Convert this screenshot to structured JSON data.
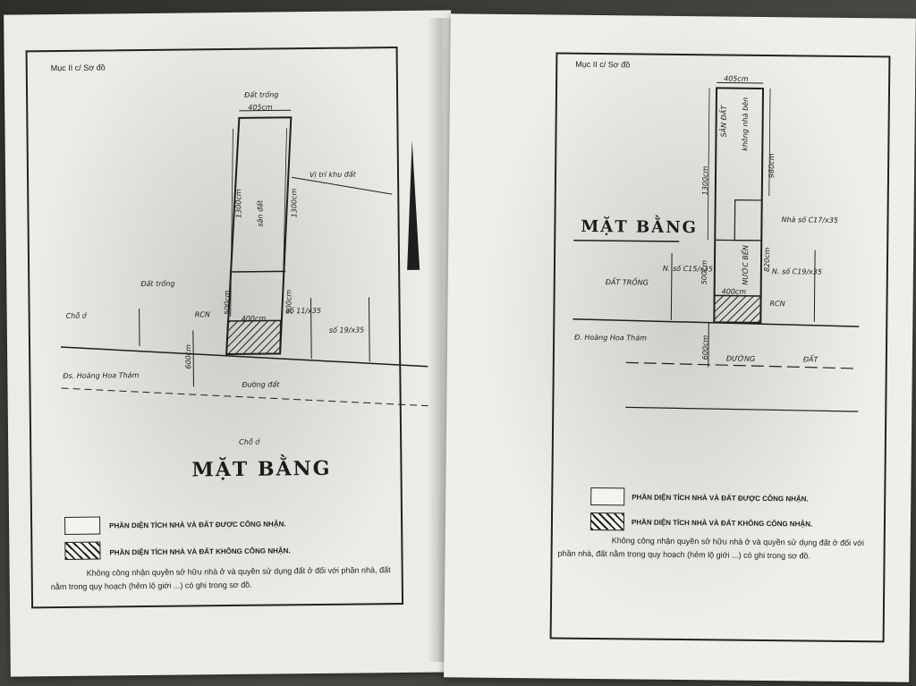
{
  "left_page": {
    "header": "Mục II c/ Sơ đồ",
    "title": "MẶT BẰNG",
    "labels": {
      "dat_trong_top": "Đất trống",
      "top_width": "405cm",
      "vi_tri_khu_dat": "Vị trí khu đất",
      "dat_trong_left": "Đất trống",
      "cho_o": "Chỗ ở",
      "rcn": "RCN",
      "bottom_width": "400cm",
      "dim_left_upper": "1300cm",
      "dim_left_lower": "500cm",
      "dim_right_upper": "1300cm",
      "dim_right_lower": "500cm",
      "san_dat": "sân đất",
      "setback": "600cm",
      "road_name": "Đs. Hoàng Hoa Thám",
      "duong_dat": "Đường đất",
      "so_11": "số 11/x35",
      "so_19": "số 19/x35",
      "cho_o_bottom": "Chỗ ở"
    },
    "legend": [
      {
        "text": "PHẦN DIỆN TÍCH NHÀ VÀ ĐẤT ĐƯỢC CÔNG NHẬN.",
        "style": "plain"
      },
      {
        "text": "PHẦN DIỆN TÍCH NHÀ VÀ ĐẤT KHÔNG CÔNG NHẬN.",
        "style": "hatched"
      }
    ],
    "note": "Không công nhận quyền sở hữu nhà ở và quyền sử dụng đất ở đối với phần nhà, đất nằm trong quy hoạch (hẻm lộ giới ...) có ghi trong sơ đồ."
  },
  "right_page": {
    "header": "Mục II c/ Sơ đồ",
    "title": "MẶT BẰNG",
    "labels": {
      "top_width": "405cm",
      "san_dat": "SÂN ĐẤT",
      "khong_nha_ben": "không nhà bên",
      "dim_upper": "1300cm",
      "dim_right": "980cm",
      "dim_mid": "820cm",
      "nha_so_c17": "Nhà số C17/x35",
      "nha_so_c15": "N. số C15/x35",
      "nha_so_c19": "N. số C19/x35",
      "dat_trong": "ĐẤT TRỐNG",
      "dim_lower": "500cm",
      "bottom_width": "400cm",
      "rcn": "RCN",
      "setback": "600cm",
      "road_name": "Đ. Hoàng Hoa Thám",
      "duong": "ĐƯỜNG",
      "dat": "ĐẤT",
      "nuoc_ben": "NƯỚC BẾN"
    },
    "legend": [
      {
        "text": "PHẦN DIỆN TÍCH NHÀ VÀ ĐẤT ĐƯỢC CÔNG NHẬN.",
        "style": "plain"
      },
      {
        "text": "PHẦN DIỆN TÍCH NHÀ VÀ ĐẤT KHÔNG CÔNG NHẬN.",
        "style": "hatched"
      }
    ],
    "note": "Không công nhận quyền sở hữu nhà ở và quyền sử dụng đất ở đối với phần nhà, đất nằm trong quy hoạch (hẻm lộ giới ...) có ghi trong sơ đồ."
  }
}
